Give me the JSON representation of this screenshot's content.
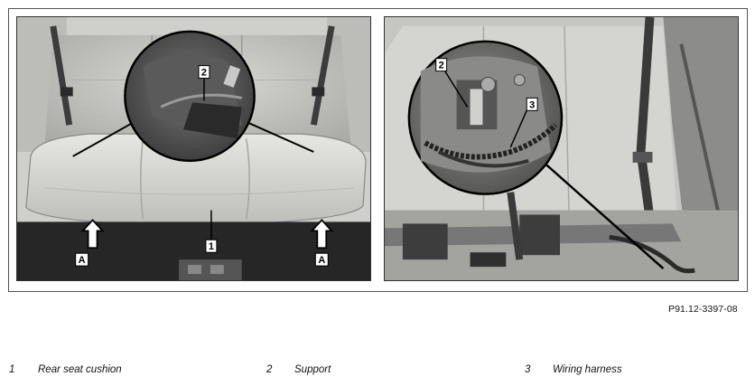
{
  "figure": {
    "reference": "P91.12-3397-08",
    "callouts": {
      "left": [
        "2",
        "1",
        "A",
        "A"
      ],
      "right": [
        "2",
        "3"
      ]
    }
  },
  "legend": [
    {
      "number": "1",
      "label": "Rear seat cushion"
    },
    {
      "number": "2",
      "label": "Support"
    },
    {
      "number": "3",
      "label": "Wiring harness"
    }
  ]
}
